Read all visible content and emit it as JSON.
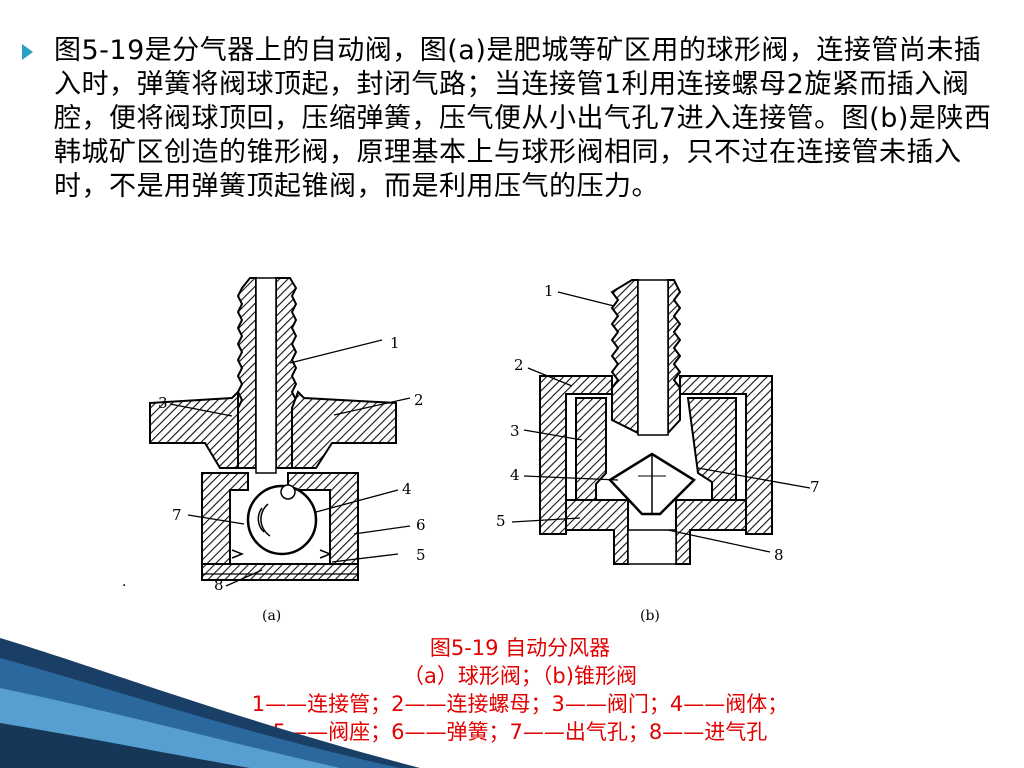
{
  "slide": {
    "paragraph": "图5-19是分气器上的自动阀，图(a)是肥城等矿区用的球形阀，连接管尚未插入时，弹簧将阀球顶起，封闭气路；当连接管1利用连接螺母2旋紧而插入阀腔，便将阀球顶回，压缩弹簧，压气便从小出气孔7进入连接管。图(b)是陕西韩城矿区创造的锥形阀，原理基本上与球形阀相同，只不过在连接管未插入时，不是用弹簧顶起锥阀，而是利用压气的压力。"
  },
  "figure": {
    "a": {
      "label": "(a)",
      "callouts": [
        "1",
        "2",
        "3",
        "4",
        "5",
        "6",
        "7",
        "8"
      ]
    },
    "b": {
      "label": "(b)",
      "callouts": [
        "1",
        "2",
        "3",
        "4",
        "5",
        "7",
        "8"
      ]
    }
  },
  "caption": {
    "title": "图5-19 自动分风器",
    "subtitle": "（a）球形阀；（b)锥形阀",
    "legend_line1": "1——连接管；2——连接螺母；3——阀门；4——阀体；",
    "legend_line2": "5——阀座；6——弹簧；7——出气孔；8——进气孔"
  },
  "colors": {
    "bullet": "#2a9fc1",
    "caption": "#e10000",
    "swoosh_dark": "#1a3f66",
    "swoosh_light": "#5ea9d8"
  }
}
